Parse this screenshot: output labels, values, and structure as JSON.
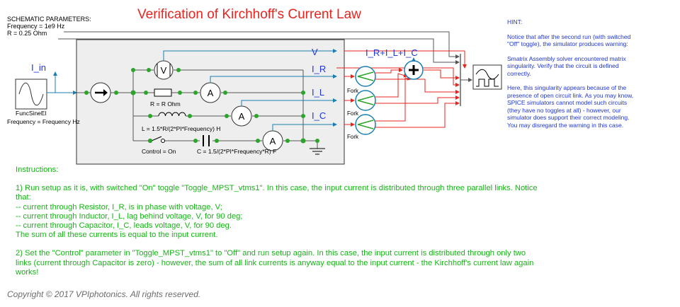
{
  "title": "Verification of Kirchhoff's Current Law",
  "params": {
    "heading": "SCHEMATIC PARAMETERS:",
    "frequency": "Frequency = 1e9 Hz",
    "resistance": "R = 0.25 Ohm"
  },
  "source": {
    "name": "FuncSineEl",
    "frequency_label": "Frequency = Frequency Hz"
  },
  "signals": {
    "i_in": "I_in",
    "v": "V",
    "i_r": "I_R",
    "i_l": "I_L",
    "i_c": "I_C",
    "sum": "I_R+I_L+I_C"
  },
  "components": {
    "resistor": "R = R Ohm",
    "inductor": "L = 1.5*R/(2*PI*Frequency) H",
    "control": "Control = On",
    "capacitor": "C = 1.5/(2*PI*Frequency*R) F",
    "voltmeter": "V",
    "ammeter": "A",
    "fork": "Fork"
  },
  "hint": {
    "heading": "HINT:",
    "p1": "Notice that after the second run (with switched \"Off\" toggle), the simulator produces warning:",
    "p2": "Smatrix Assembly solver encountered matrix singularity. Verify that the circuit is defined correctly.",
    "p3": "Here, this singularity appears because of the presence of open circuit link. As you may know, SPICE simulators cannot model such circuits (they have no toggles at all) - however, our simulator does support their correct modeling. You may disregard the warning in this case."
  },
  "instructions": {
    "heading": "Instructions:",
    "step1": "1) Run setup as it is, with switched \"On\" toggle \"Toggle_MPST_vtms1\". In this case, the input current is distributed through three parallel links. Notice that:",
    "bullet1": "-- current through Resistor, I_R, is in phase with voltage, V;",
    "bullet2": "-- current through Inductor, I_L, lag behind voltage, V, for 90 deg;",
    "bullet3": "-- current through Capacitor, I_C, leads voltage, V, for 90 deg.",
    "summary": "The sum of all these currents is equal to the input current.",
    "step2": "2) Set the \"Control\" parameter in \"Toggle_MPST_vtms1\" to \"Off\" and run setup again. In this case, the input current is distributed through only two links (current through Capacitor is zero) - however, the sum of all link currents is anyway equal to the input current - the Kirchhoff's current law again works!"
  },
  "copyright": "Copyright © 2017 VPIphotonics. All rights reserved.",
  "colors": {
    "title": "#e8241f",
    "hint": "#1f37d6",
    "instructions": "#15b415",
    "wire_gray": "#555555",
    "wire_red": "#e8241f",
    "wire_blue": "#1a7fb0",
    "node_green": "#2aa52a",
    "panel_fill": "#eeeeee"
  },
  "icons": [
    "sine-source-icon",
    "current-source-icon",
    "voltmeter-icon",
    "ammeter-icon",
    "fork-icon",
    "adder-icon",
    "scope-icon",
    "ground-icon",
    "resistor-icon",
    "inductor-icon",
    "capacitor-icon",
    "switch-icon"
  ]
}
